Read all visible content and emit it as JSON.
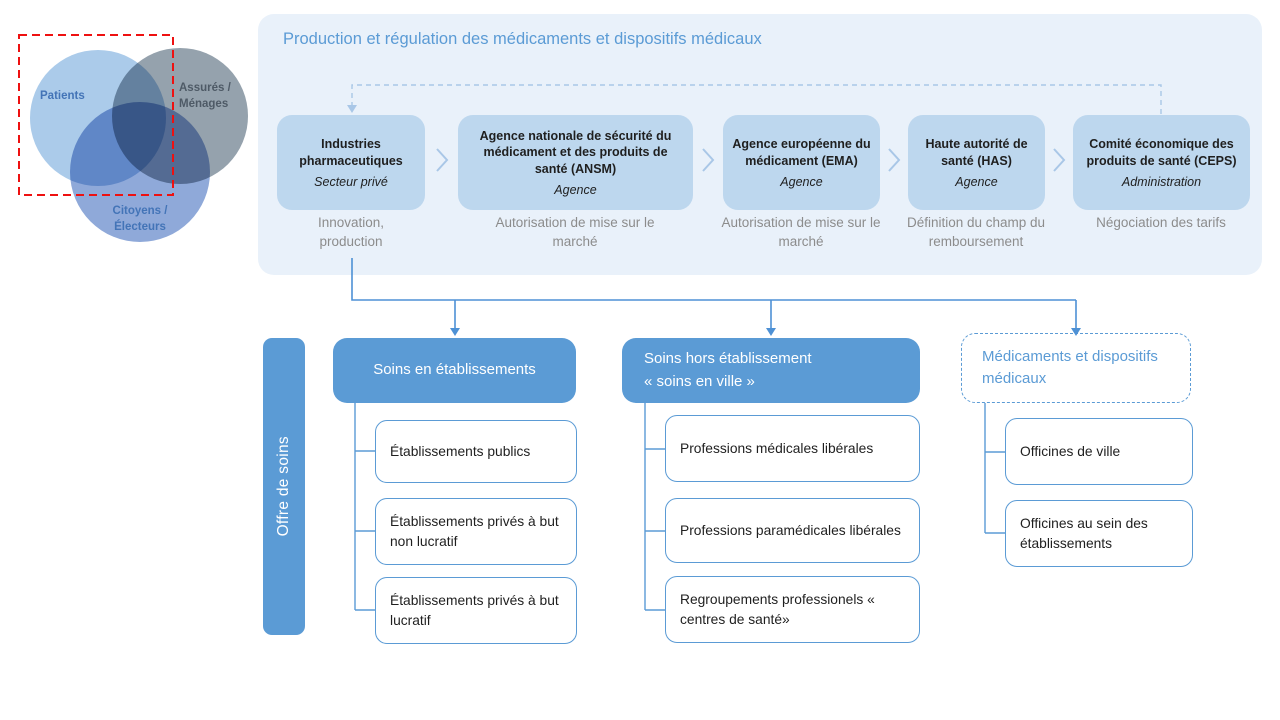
{
  "diagram_title": "Production et régulation des médicaments et dispositifs médicaux",
  "colors": {
    "accent_blue": "#5B9BD5",
    "panel_background": "#E9F1FA",
    "agency_box_fill": "#BDD7EE",
    "caption_gray": "#8C8C8C",
    "connector_light_blue": "#A9C7E7",
    "connector_blue": "#4E91D5",
    "red_dashed_frame": "#EE1111",
    "venn_patients_fill": "#ABCBEA",
    "venn_assures_fill": "#95A2AD",
    "venn_citoyens_fill": "#8FA9D9",
    "venn_blue_label": "#4374B7",
    "venn_gray_label": "#4E5A66"
  },
  "venn": {
    "circles": [
      {
        "label": "Patients"
      },
      {
        "label": "Assurés / Ménages"
      },
      {
        "label": "Citoyens / Électeurs"
      }
    ]
  },
  "panel": {
    "title": "Production et régulation des médicaments et dispositifs médicaux",
    "agencies": [
      {
        "name": "Industries pharmaceutiques",
        "type": "Secteur privé",
        "caption": "Innovation, production"
      },
      {
        "name": "Agence nationale de sécurité du médicament et des produits de santé (ANSM)",
        "type": "Agence",
        "caption": "Autorisation de mise sur le marché"
      },
      {
        "name": "Agence européenne du médicament (EMA)",
        "type": "Agence",
        "caption": "Autorisation de mise sur le marché"
      },
      {
        "name": "Haute autorité de santé (HAS)",
        "type": "Agence",
        "caption": "Définition du champ du remboursement"
      },
      {
        "name": "Comité économique des produits de santé (CEPS)",
        "type": "Administration",
        "caption": "Négociation des tarifs"
      }
    ]
  },
  "offre_de_soins": {
    "label": "Offre de soins"
  },
  "branches": [
    {
      "header": "Soins en établissements",
      "children": [
        "Établissements publics",
        "Établissements privés à but non lucratif",
        "Établissements privés à but lucratif"
      ]
    },
    {
      "header": "Soins hors établissement\n« soins en ville »",
      "children": [
        "Professions médicales libérales",
        "Professions paramédicales libérales",
        "Regroupements professionels « centres de santé»"
      ]
    },
    {
      "header": "Médicaments et dispositifs\nmédicaux",
      "children": [
        "Officines de ville",
        "Officines au sein des établissements"
      ]
    }
  ]
}
